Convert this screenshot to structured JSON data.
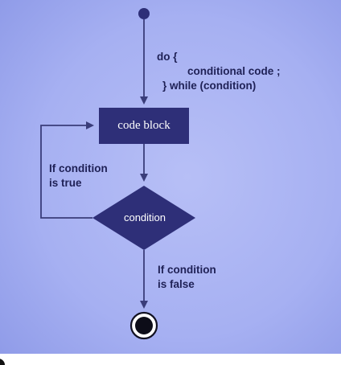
{
  "colors": {
    "background_top": "#c9cff8",
    "background_bottom": "#9aa6f0",
    "node_fill": "#2e2f78",
    "line": "#3a3d7a",
    "text": "#1f2156",
    "node_text": "#ffffff"
  },
  "code_snippet": {
    "line1": "do {",
    "line2": "conditional code ;",
    "line3": "} while (condition)"
  },
  "process": {
    "label": "code block"
  },
  "decision": {
    "label": "condition"
  },
  "edges": {
    "true_line1": "If condition",
    "true_line2": "is true",
    "false_line1": "If condition",
    "false_line2": "is false"
  },
  "terminals": {
    "start": "start-node",
    "end": "end-node"
  }
}
